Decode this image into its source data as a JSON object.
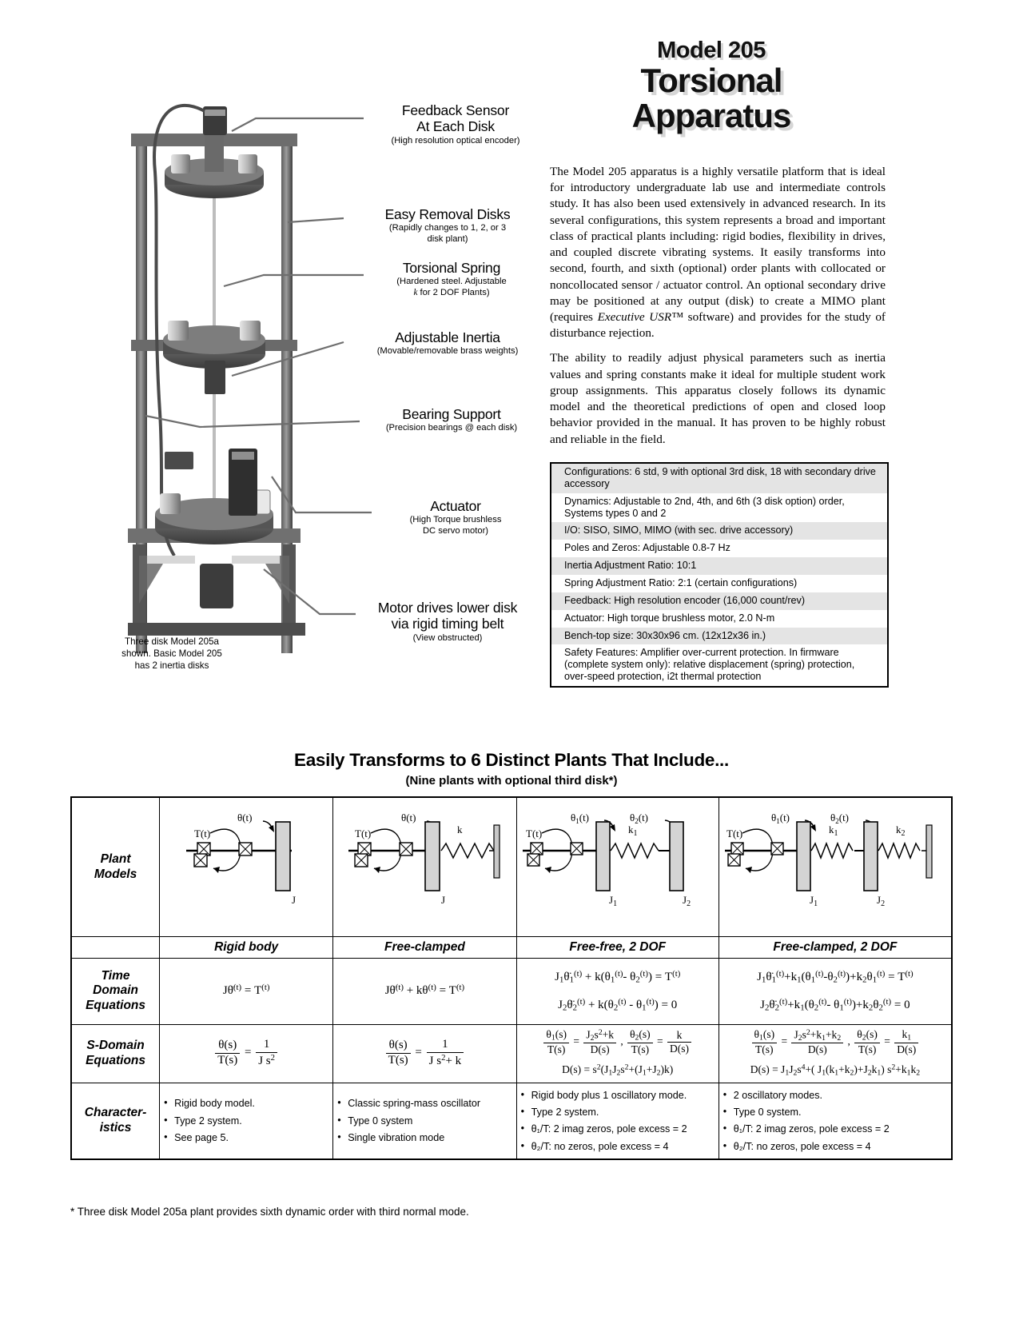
{
  "title": {
    "model": "Model 205",
    "line1": "Torsional",
    "line2": "Apparatus"
  },
  "intro": {
    "p1_a": "The Model 205 apparatus is a highly versatile platform that is ideal for introductory undergraduate lab use and intermediate controls study.  It has also been used extensively in advanced research. In its several configurations, this system represents a broad and important class of practical plants including: rigid bodies, flexibility in drives, and coupled discrete vibrating systems.  It easily transforms into second, fourth, and sixth (optional) order plants with collocated or noncollocated sensor / actuator control.  An optional secondary drive may be positioned at any output (disk) to create a MIMO plant  (requires ",
    "p1_italic": "Executive USR™",
    "p1_b": " software) and provides for the study of disturbance rejection.",
    "p2": "The ability to readily adjust physical parameters such as inertia values and spring constants make it ideal for multiple student work group assignments.  This apparatus closely follows its dynamic model and the theoretical predictions of open and closed loop behavior provided in the manual.  It has proven to be highly robust and reliable in the field."
  },
  "specs": [
    "Configurations:  6 std, 9 with optional 3rd disk, 18 with secondary drive accessory",
    "Dynamics:  Adjustable to 2nd, 4th, and 6th (3 disk option) order,  Systems types 0 and 2",
    "I/O:  SISO, SIMO, MIMO (with sec. drive accessory)",
    "Poles and Zeros:  Adjustable 0.8-7 Hz",
    "Inertia Adjustment Ratio:  10:1",
    "Spring Adjustment Ratio: 2:1 (certain configurations)",
    "Feedback:  High resolution encoder (16,000 count/rev)",
    "Actuator:  High torque brushless motor, 2.0 N-m",
    "Bench-top size: 30x30x96 cm. (12x12x36 in.)",
    "Safety Features: Amplifier over-current protection.   In firmware (complete system only):  relative displacement (spring) protection, over-speed protection, i2t thermal protection"
  ],
  "callouts": [
    {
      "main": "Feedback Sensor\nAt Each Disk",
      "sub": "(High resolution optical encoder)"
    },
    {
      "main": "Easy Removal Disks",
      "sub": "(Rapidly changes to 1, 2, or 3\ndisk plant)"
    },
    {
      "main": "Torsional Spring",
      "sub_a": "(Hardened steel. Adjustable",
      "sub_k": "k",
      "sub_b": " for 2 DOF Plants)"
    },
    {
      "main": "Adjustable Inertia",
      "sub": "(Movable/removable brass weights)"
    },
    {
      "main": "Bearing Support",
      "sub": "(Precision bearings @ each disk)"
    },
    {
      "main": "Actuator",
      "sub": "(High Torque brushless\nDC servo motor)"
    },
    {
      "main": "Motor drives lower disk\nvia rigid timing belt",
      "sub": "(View obstructed)"
    }
  ],
  "photo_caption": "Three disk Model 205a\nshown.  Basic Model 205\nhas 2 inertia disks",
  "section": {
    "heading": "Easily Transforms to 6 Distinct Plants That Include...",
    "subheading": "(Nine plants with optional third disk*)",
    "footnote": "*  Three disk Model 205a plant provides sixth dynamic order with third normal mode."
  },
  "table": {
    "row_labels": [
      "Plant\nModels",
      "Time\nDomain\nEquations",
      "S-Domain\nEquations",
      "Character-\nistics"
    ],
    "plant_names": [
      "Rigid body",
      "Free-clamped",
      "Free-free, 2 DOF",
      "Free-clamped, 2 DOF"
    ],
    "schematic_labels": {
      "col1": {
        "theta": "θ(t)",
        "torque": "T(t)",
        "inertia": "J"
      },
      "col2": {
        "theta": "θ(t)",
        "torque": "T(t)",
        "spring": "k",
        "inertia": "J"
      },
      "col3": {
        "theta1": "θ₁(t)",
        "theta2": "θ₂(t)",
        "torque": "T(t)",
        "spring": "k₁",
        "inertia1": "J₁",
        "inertia2": "J₂"
      },
      "col4": {
        "theta1": "θ₁(t)",
        "theta2": "θ₂(t)",
        "torque": "T(t)",
        "spring1": "k₁",
        "spring2": "k₂",
        "inertia1": "J₁",
        "inertia2": "J₂"
      }
    },
    "characteristics": [
      [
        "Rigid body model.",
        "Type 2 system.",
        "See page 5."
      ],
      [
        "Classic spring-mass oscillator",
        "Type 0 system",
        "Single vibration mode"
      ],
      [
        "Rigid body plus 1 oscillatory mode.",
        "Type 2 system.",
        "θ₁/T: 2 imag zeros, pole excess = 2",
        "θ₂/T: no zeros, pole excess = 4"
      ],
      [
        "2 oscillatory modes.",
        "Type 0 system.",
        "θ₁/T: 2 imag zeros, pole excess = 2",
        "θ₂/T: no zeros, pole excess = 4"
      ]
    ]
  },
  "colors": {
    "spec_row_alt": "#e4e4e4",
    "leader_line": "#6e6e6e",
    "title_shadow": "#d6d6d6"
  }
}
